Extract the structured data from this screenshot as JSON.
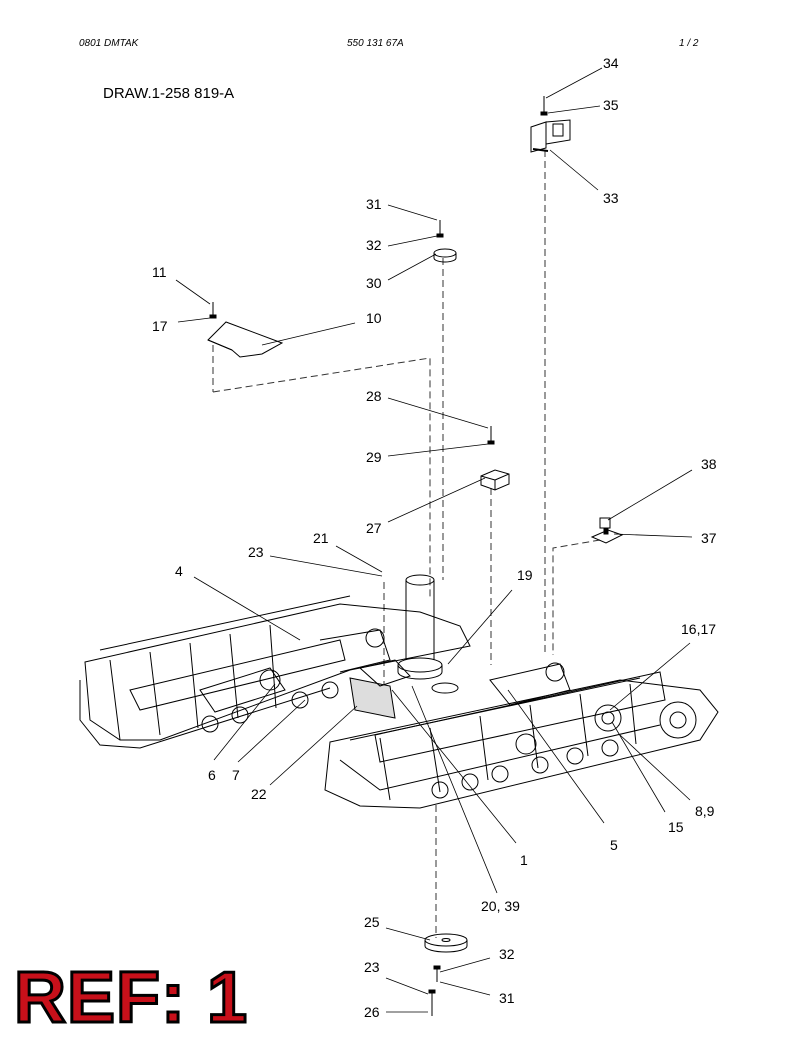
{
  "header": {
    "left": "0801   DMTAK",
    "center": "550 131 67A",
    "right": "1 /   2"
  },
  "drawing_number": "DRAW.1-258 819-A",
  "reference_stamp": "REF: 1",
  "callouts": {
    "c34": "34",
    "c35": "35",
    "c33": "33",
    "c31a": "31",
    "c32a": "32",
    "c30": "30",
    "c11": "11",
    "c17a": "17",
    "c10": "10",
    "c28": "28",
    "c29": "29",
    "c27": "27",
    "c38": "38",
    "c37": "37",
    "c21": "21",
    "c23a": "23",
    "c4": "4",
    "c19": "19",
    "c1617": "16,17",
    "c6": "6",
    "c7": "7",
    "c22": "22",
    "c1": "1",
    "c2039": "20, 39",
    "c5": "5",
    "c15": "15",
    "c89": "8,9",
    "c25": "25",
    "c32b": "32",
    "c23b": "23",
    "c31b": "31",
    "c26": "26"
  }
}
